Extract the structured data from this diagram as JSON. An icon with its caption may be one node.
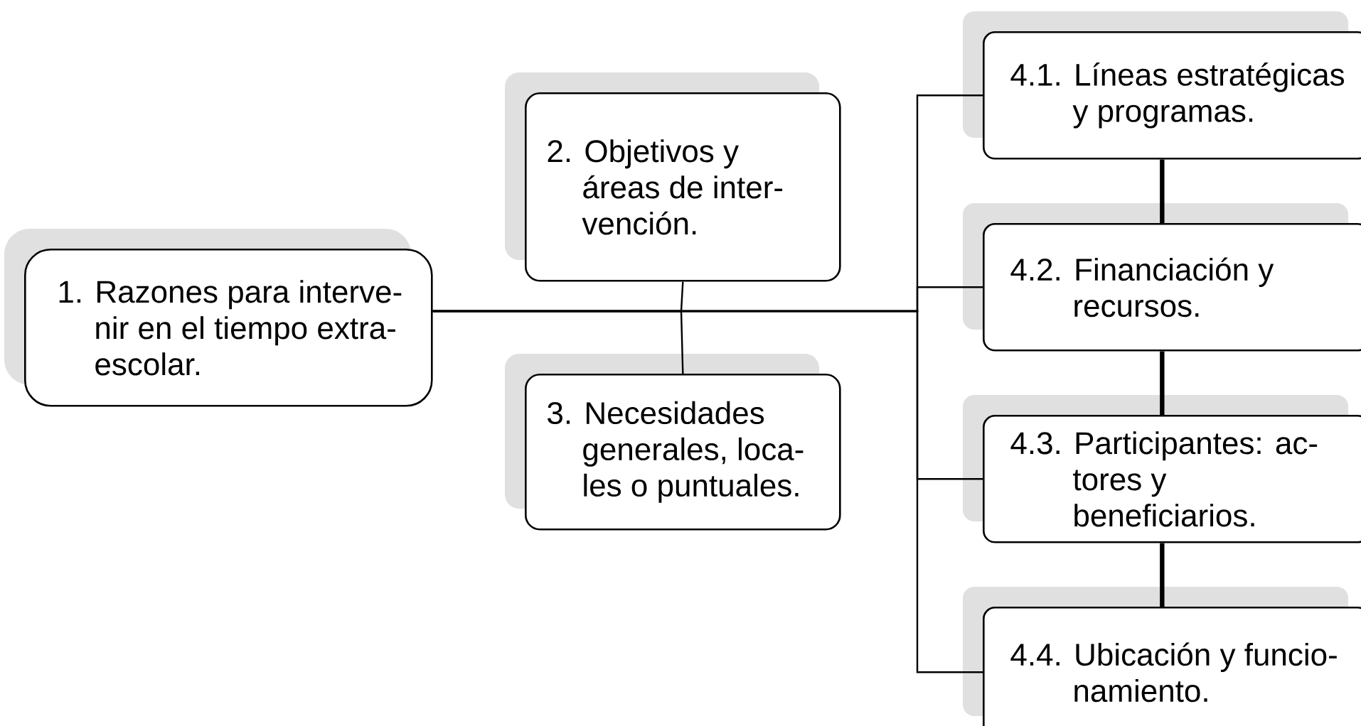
{
  "diagram": {
    "nodes": [
      {
        "text": [
          "1. Razones para interve- nir en el tiempo extra- escolar."
        ]
      },
      {
        "text": [
          "2. Objetivos y áreas de inter- vención."
        ]
      },
      {
        "text": [
          "3. Necesidades generales, loca- les o puntuales."
        ]
      },
      {
        "text": [
          "4.1. Líneas estratégicas y programas."
        ]
      },
      {
        "text": [
          "4.2. Financiación y recursos."
        ]
      },
      {
        "text": [
          "4.3. Participantes: ac- tores y beneficiarios."
        ]
      },
      {
        "text": [
          "4.4. Ubicación y funcio- namiento."
        ]
      }
    ],
    "edges": [
      {
        "from": 0,
        "to": 1,
        "arrow": "none"
      },
      {
        "from": 0,
        "to": 2,
        "arrow": "none"
      },
      {
        "from": 0,
        "to": 3,
        "arrow": "none"
      },
      {
        "from": 0,
        "to": 4,
        "arrow": "none"
      },
      {
        "from": 0,
        "to": 5,
        "arrow": "none"
      },
      {
        "from": 0,
        "to": 6,
        "arrow": "none"
      },
      {
        "from": 3,
        "to": 4,
        "arrow": "none",
        "style": "thick"
      },
      {
        "from": 4,
        "to": 5,
        "arrow": "none",
        "style": "thick"
      },
      {
        "from": 5,
        "to": 6,
        "arrow": "none",
        "style": "thick"
      }
    ]
  }
}
